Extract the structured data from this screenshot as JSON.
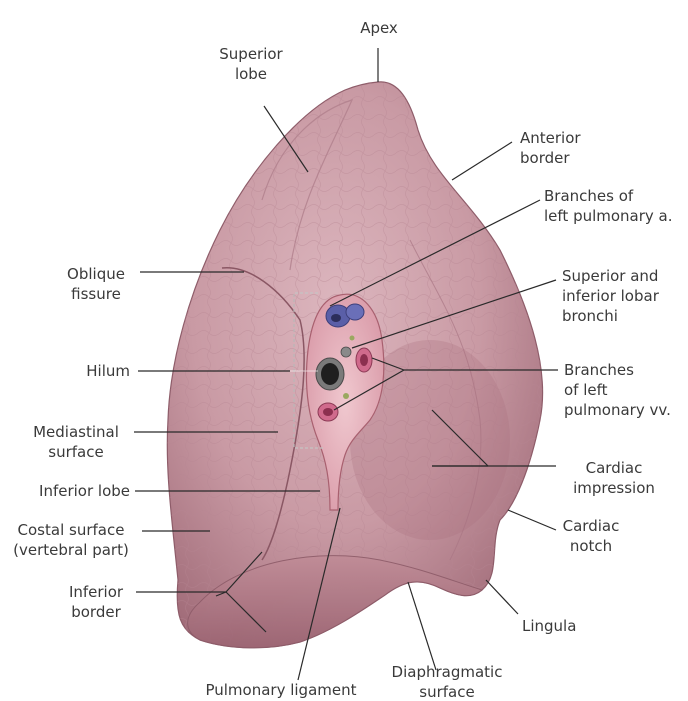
{
  "labels": {
    "apex": "Apex",
    "superior_lobe": "Superior\nlobe",
    "anterior_border": "Anterior\nborder",
    "branches_pulmonary_a": "Branches of\nleft pulmonary a.",
    "oblique_fissure": "Oblique\nfissure",
    "superior_inferior_lobar_bronchi": "Superior and\ninferior lobar\nbronchi",
    "hilum": "Hilum",
    "branches_pulmonary_vv": "Branches\nof left\npulmonary vv.",
    "mediastinal_surface": "Mediastinal\nsurface",
    "cardiac_impression": "Cardiac\nimpression",
    "inferior_lobe": "Inferior lobe",
    "costal_surface": "Costal surface\n(vertebral part)",
    "cardiac_notch": "Cardiac\nnotch",
    "inferior_border": "Inferior\nborder",
    "lingula": "Lingula",
    "diaphragmatic_surface": "Diaphragmatic\nsurface",
    "pulmonary_ligament": "Pulmonary ligament"
  },
  "colors": {
    "lung_base": "#c99aa4",
    "lung_shadow": "#a9717f",
    "lung_highlight": "#e2c4cb",
    "artery": "#5a5fa8",
    "vein": "#d06a8c",
    "bronchus": "#6d6d6d",
    "leader_line": "#2a2a2a"
  }
}
